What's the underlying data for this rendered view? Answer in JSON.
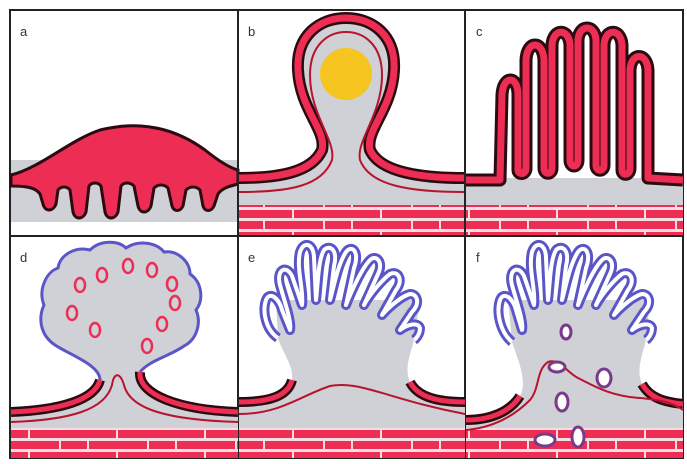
{
  "panels": [
    {
      "label": "a",
      "name": "panel-a"
    },
    {
      "label": "b",
      "name": "panel-b"
    },
    {
      "label": "c",
      "name": "panel-c"
    },
    {
      "label": "d",
      "name": "panel-d"
    },
    {
      "label": "e",
      "name": "panel-e"
    },
    {
      "label": "f",
      "name": "panel-f"
    }
  ],
  "colors": {
    "red_fill": "#ee2d55",
    "red_line": "#b8142e",
    "dark_outline": "#2b0b10",
    "tissue_gray": "#cfd1d6",
    "yellow_core": "#f7c51f",
    "purple": "#5a56c8",
    "brick_mortar": "#f6dfe3",
    "frame": "#222222"
  }
}
